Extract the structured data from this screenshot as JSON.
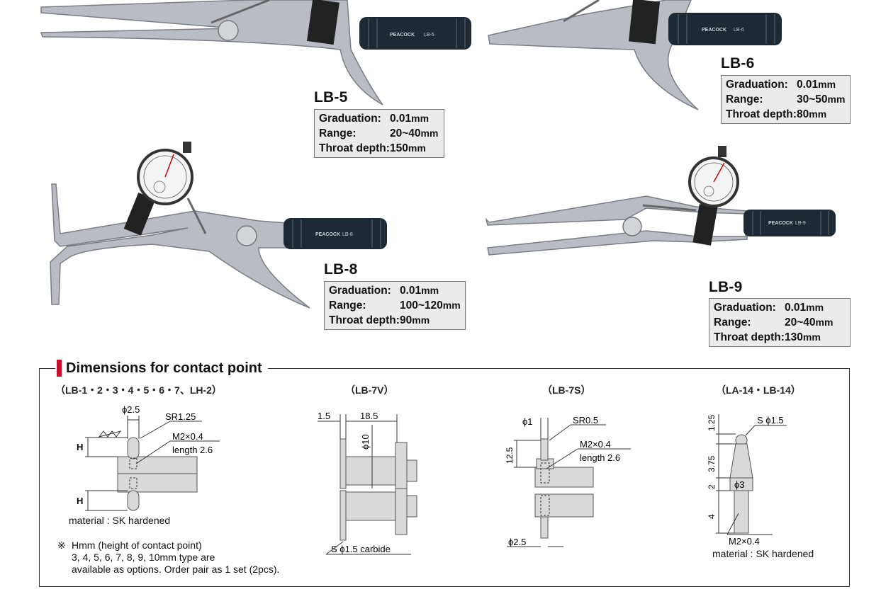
{
  "products": [
    {
      "model": "LB-5",
      "graduation_label": "Graduation:",
      "graduation": "0.01",
      "range_label": "Range:",
      "range": "20~40",
      "throat_label": "Throat depth:",
      "throat": "150",
      "unit": "mm",
      "brand": "PEACOCK",
      "handle_text": "LB-5"
    },
    {
      "model": "LB-6",
      "graduation_label": "Graduation:",
      "graduation": "0.01",
      "range_label": "Range:",
      "range": "30~50",
      "throat_label": "Throat depth:",
      "throat": "80",
      "unit": "mm",
      "brand": "PEACOCK",
      "handle_text": "LB-6"
    },
    {
      "model": "LB-8",
      "graduation_label": "Graduation:",
      "graduation": "0.01",
      "range_label": "Range:",
      "range": "100~120",
      "throat_label": "Throat depth:",
      "throat": "90",
      "unit": "mm",
      "brand": "PEACOCK",
      "handle_text": "LB-8"
    },
    {
      "model": "LB-9",
      "graduation_label": "Graduation:",
      "graduation": "0.01",
      "range_label": "Range:",
      "range": "20~40",
      "throat_label": "Throat depth:",
      "throat": "130",
      "unit": "mm",
      "brand": "PEACOCK",
      "handle_text": "LB-9"
    }
  ],
  "dimensions": {
    "title": "Dimensions for contact point",
    "accent_color": "#c8102e",
    "groups": [
      {
        "heading": "（LB-1・2・3・4・5・6・7、LH-2）",
        "labels": {
          "dia": "ϕ2.5",
          "sr": "SR1.25",
          "thread": "M2×0.4",
          "length": "length 2.6",
          "h_top": "H",
          "h_bottom": "H"
        },
        "material": "material : SK hardened",
        "note_mark": "※",
        "note_line1": "Hmm (height of contact point)",
        "note_line2": "3, 4, 5, 6, 7, 8, 9, 10mm type are",
        "note_line3": "available as options. Order pair as 1 set (2pcs)."
      },
      {
        "heading": "（LB-7V）",
        "labels": {
          "a": "1.5",
          "b": "18.5",
          "dia": "ϕ10",
          "tip": "S ϕ1.5 carbide"
        }
      },
      {
        "heading": "（LB-7S）",
        "labels": {
          "dia1": "ϕ1",
          "sr": "SR0.5",
          "thread": "M2×0.4",
          "length": "length 2.6",
          "h": "12.5",
          "dia2": "ϕ2.5"
        }
      },
      {
        "heading": "（LA-14・LB-14）",
        "labels": {
          "h1": "1.25",
          "s": "S ϕ1.5",
          "h2": "3.75",
          "h3": "2",
          "dia": "ϕ3",
          "h4": "4",
          "thread": "M2×0.4"
        },
        "material": "material : SK hardened"
      }
    ]
  }
}
